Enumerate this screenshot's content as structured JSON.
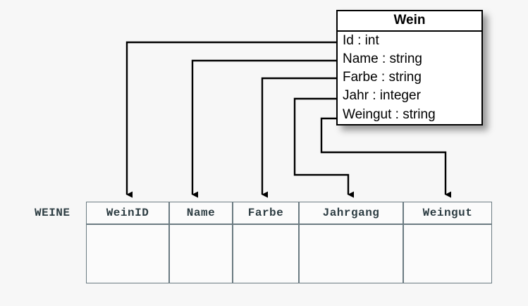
{
  "diagram": {
    "title": "",
    "background_color": "#f7f7f7",
    "line_color": "#000000"
  },
  "uml_class": {
    "name": "Wein",
    "attributes": [
      {
        "label": "Id : int"
      },
      {
        "label": "Name : string"
      },
      {
        "label": "Farbe : string"
      },
      {
        "label": "Jahr : integer"
      },
      {
        "label": "Weingut : string"
      }
    ]
  },
  "relational_table": {
    "table_name": "WEINE",
    "columns": [
      {
        "header": "WeinID"
      },
      {
        "header": "Name"
      },
      {
        "header": "Farbe"
      },
      {
        "header": "Jahrgang"
      },
      {
        "header": "Weingut"
      }
    ],
    "rows": [
      {
        "cells": [
          "",
          "",
          "",
          "",
          ""
        ]
      }
    ]
  },
  "mappings": [
    {
      "from": "Id : int",
      "to": "WeinID"
    },
    {
      "from": "Name : string",
      "to": "Name"
    },
    {
      "from": "Farbe : string",
      "to": "Farbe"
    },
    {
      "from": "Jahr : integer",
      "to": "Jahrgang"
    },
    {
      "from": "Weingut : string",
      "to": "Weingut"
    }
  ]
}
